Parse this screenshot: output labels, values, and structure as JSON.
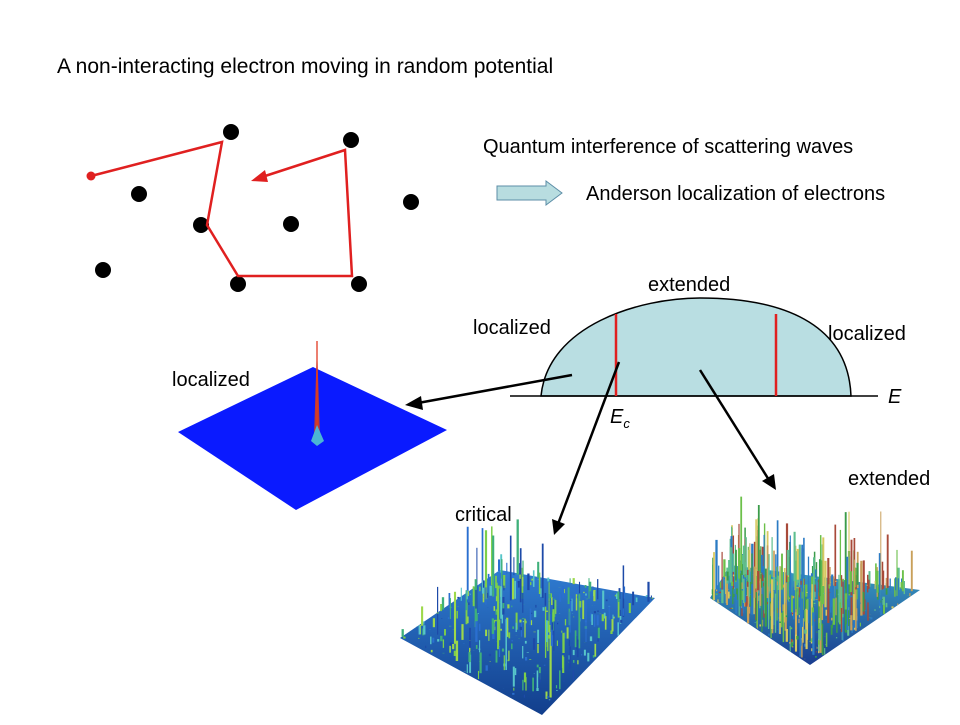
{
  "title": "A non-interacting electron moving in random potential",
  "interference": "Quantum interference of scattering waves",
  "anderson": "Anderson localization of electrons",
  "dos_labels": {
    "extended": "extended",
    "localized_left": "localized",
    "localized_right": "localized",
    "energy_axis": "E",
    "mobility_edge": "E",
    "mobility_edge_sub": "c"
  },
  "wavefunction_labels": {
    "localized": "localized",
    "critical": "critical",
    "extended": "extended"
  },
  "colors": {
    "path_red": "#e02020",
    "dos_fill": "#b9dee2",
    "arrow_fill": "#b8dde0",
    "arrow_stroke": "#5d8ea7",
    "surface_blue": "#0a1aff"
  }
}
